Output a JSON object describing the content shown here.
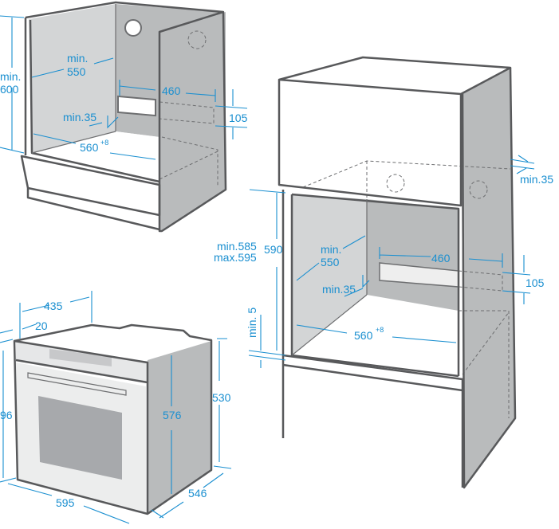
{
  "colors": {
    "dimension": "#1a8fd0",
    "outline": "#58595b",
    "side_wall": "#d3d5d6",
    "back_wall": "#b9bbbc"
  },
  "cabinet_under_counter": {
    "height_label": [
      "min.",
      "600"
    ],
    "depth_label": [
      "min.",
      "550"
    ],
    "cutout_width": "460",
    "cutout_height": "105",
    "rear_gap": "min.35",
    "width_label": "560",
    "width_tolerance": "+8"
  },
  "cabinet_tall": {
    "top_gap": "min.35",
    "niche_height_range": [
      "min.585",
      "max.595"
    ],
    "niche_height": "590",
    "depth_label": [
      "min.",
      "550"
    ],
    "cutout_width": "460",
    "cutout_height": "105",
    "rear_gap": "min.35",
    "bottom_gap": "min. 5",
    "width_label": "560",
    "width_tolerance": "+8"
  },
  "oven": {
    "depth_435": "435",
    "panel_20": "20",
    "front_height": "96",
    "body_height": "576",
    "side_height": "530",
    "width": "595",
    "depth": "546"
  }
}
